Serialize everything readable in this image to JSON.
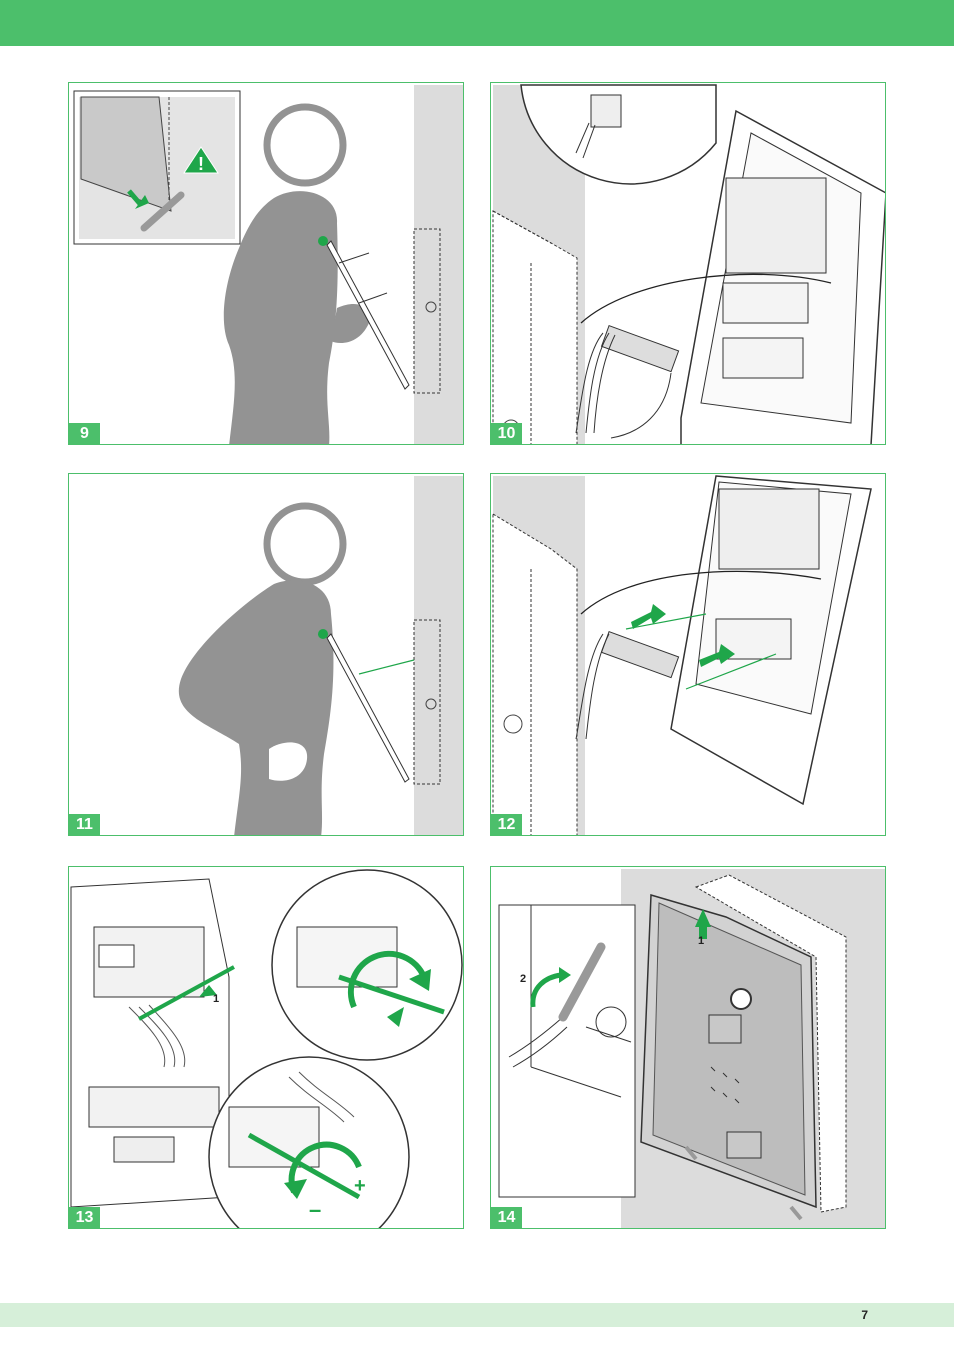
{
  "header": {
    "band_color": "#4cbf6b"
  },
  "footer": {
    "band_color": "#d6efd9",
    "page_number": "7"
  },
  "steps": [
    {
      "number": "9"
    },
    {
      "number": "10"
    },
    {
      "number": "11"
    },
    {
      "number": "12"
    },
    {
      "number": "13",
      "callouts": [
        "1"
      ]
    },
    {
      "number": "14",
      "callouts": [
        "1",
        "2"
      ]
    }
  ],
  "colors": {
    "accent": "#4cbf6b",
    "figure": "#939393",
    "wall": "#dcdcdc",
    "arrow": "#1fa64a"
  },
  "icons": [
    "warning-icon",
    "arrow-icon",
    "rotate-arrow-icon"
  ]
}
